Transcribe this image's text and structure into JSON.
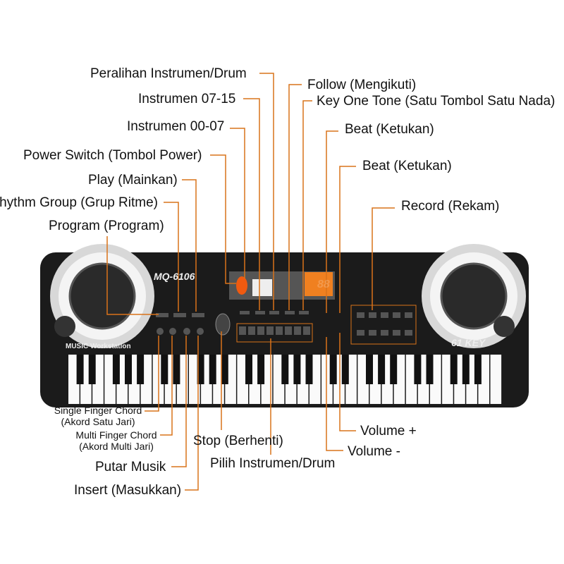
{
  "product": {
    "model": "MQ-6106",
    "subtitle": "MUSIC Workstation",
    "keys_badge": "61 KEY"
  },
  "labels": {
    "drum_switch": "Peralihan Instrumen/Drum",
    "instr_07_15": "Instrumen 07-15",
    "instr_00_07": "Instrumen 00-07",
    "power": "Power Switch (Tombol Power)",
    "play": "Play (Mainkan)",
    "rhythm": "Rhythm Group (Grup Ritme)",
    "program": "Program (Program)",
    "follow": "Follow (Mengikuti)",
    "key_one_tone": "Key One Tone (Satu Tombol Satu Nada)",
    "beat1": "Beat (Ketukan)",
    "beat2": "Beat (Ketukan)",
    "record": "Record (Rekam)",
    "single_finger": "Single Finger Chord",
    "single_finger_sub": "(Akord Satu Jari)",
    "multi_finger": "Multi Finger Chord",
    "multi_finger_sub": "(Akord Multi Jari)",
    "play_music": "Putar Musik",
    "insert": "Insert (Masukkan)",
    "stop": "Stop (Berhenti)",
    "select_instr": "Pilih Instrumen/Drum",
    "volume_up": "Volume +",
    "volume_down": "Volume -"
  },
  "display": {
    "digits": "88"
  },
  "colors": {
    "leader": "#d9731a",
    "body": "#1b1b1b",
    "display": "#f08020"
  }
}
